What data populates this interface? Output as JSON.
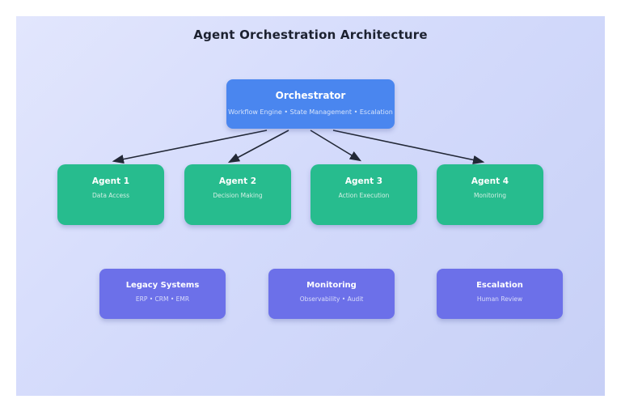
{
  "title": "Agent Orchestration Architecture",
  "orchestrator": {
    "title": "Orchestrator",
    "subtitle": "Workflow Engine • State Management • Escalation"
  },
  "agents": [
    {
      "title": "Agent 1",
      "subtitle": "Data Access"
    },
    {
      "title": "Agent 2",
      "subtitle": "Decision Making"
    },
    {
      "title": "Agent 3",
      "subtitle": "Action Execution"
    },
    {
      "title": "Agent 4",
      "subtitle": "Monitoring"
    }
  ],
  "systems": [
    {
      "title": "Legacy Systems",
      "subtitle": "ERP • CRM • EMR"
    },
    {
      "title": "Monitoring",
      "subtitle": "Observability • Audit"
    },
    {
      "title": "Escalation",
      "subtitle": "Human Review"
    }
  ],
  "colors": {
    "orchestrator_fill": "#4a86ef",
    "agent_fill": "#27bc8e",
    "system_fill": "#6c70e9",
    "arrow": "#222836",
    "canvas_gradient_start": "#e2e6fd",
    "canvas_gradient_end": "#c7d0f6",
    "title_text": "#1c2130"
  }
}
